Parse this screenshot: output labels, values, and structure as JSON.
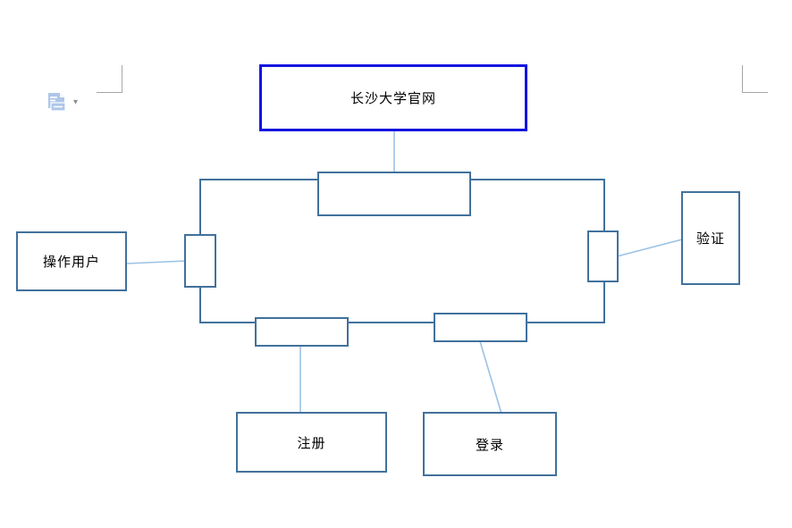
{
  "window": {
    "background": "#ffffff"
  },
  "colors": {
    "shape_outline": "#41719C",
    "selected_outline": "#1414DF",
    "connector_line": "#9CC2E5",
    "corner_mark": "#A6A6A6",
    "label_text": "#000000",
    "paste_icon_fill": "#AEC6E8"
  },
  "paste_options": {
    "icon": "paste-options-icon",
    "dropdown_glyph": "▾"
  },
  "diagram": {
    "nodes": {
      "title": {
        "label": "长沙大学官网",
        "selected": true
      },
      "user": {
        "label": "操作用户"
      },
      "verify": {
        "label": "验证"
      },
      "register": {
        "label": "注册"
      },
      "login": {
        "label": "登录"
      }
    },
    "unlabeled_connector_rects": 5
  }
}
